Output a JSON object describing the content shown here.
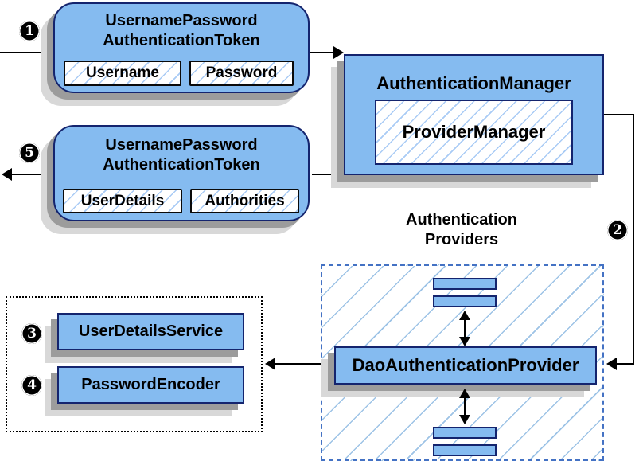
{
  "token_in": {
    "title": [
      "UsernamePassword",
      "AuthenticationToken"
    ],
    "fields": [
      "Username",
      "Password"
    ]
  },
  "auth_manager": {
    "title": "AuthenticationManager",
    "inner": "ProviderManager"
  },
  "token_out": {
    "title": [
      "UsernamePassword",
      "AuthenticationToken"
    ],
    "fields": [
      "UserDetails",
      "Authorities"
    ]
  },
  "providers": {
    "label": [
      "Authentication",
      "Providers"
    ],
    "dao": "DaoAuthenticationProvider"
  },
  "services": {
    "user_details_service": "UserDetailsService",
    "password_encoder": "PasswordEncoder"
  },
  "steps": {
    "one": "1",
    "two": "2",
    "three": "3",
    "four": "4",
    "five": "5"
  },
  "colors": {
    "box_fill": "#85bbf0",
    "box_border": "#14246e",
    "hatch_line": "#a9cbf5",
    "dashed_border": "#4472c4",
    "shadow_dark": "#9c9c9c",
    "shadow_light": "#d8d8d8",
    "connector": "#000000",
    "step_badge_bg": "#000000",
    "step_badge_text": "#ffffff"
  }
}
